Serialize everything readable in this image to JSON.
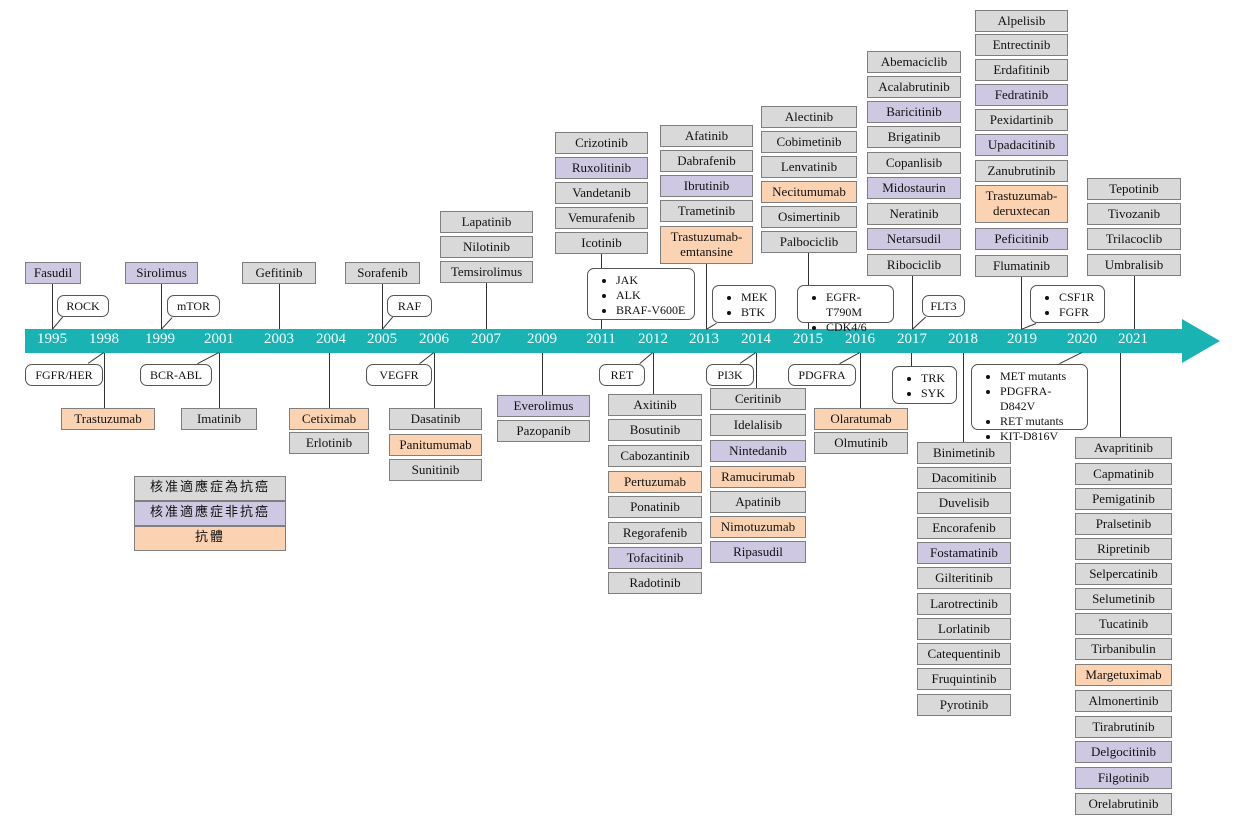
{
  "colors": {
    "approved_cancer": "#d9d9d9",
    "approved_non_cancer": "#cfc8e2",
    "antibody": "#fbd3b2",
    "axis": "#1ab3b3"
  },
  "axis": {
    "years": [
      "1995",
      "1998",
      "1999",
      "2001",
      "2003",
      "2004",
      "2005",
      "2006",
      "2007",
      "2009",
      "2011",
      "2012",
      "2013",
      "2014",
      "2015",
      "2016",
      "2017",
      "2018",
      "2019",
      "2020",
      "2021"
    ]
  },
  "legend": [
    {
      "label": "核准適應症為抗癌",
      "cat": "g"
    },
    {
      "label": "核准適應症非抗癌",
      "cat": "p"
    },
    {
      "label": "抗體",
      "cat": "o"
    }
  ],
  "drugs": [
    {
      "label": "Fasudil",
      "cat": "p"
    },
    {
      "label": "Sirolimus",
      "cat": "p"
    },
    {
      "label": "Gefitinib",
      "cat": "g"
    },
    {
      "label": "Sorafenib",
      "cat": "g"
    },
    {
      "label": "Lapatinib",
      "cat": "g"
    },
    {
      "label": "Nilotinib",
      "cat": "g"
    },
    {
      "label": "Temsirolimus",
      "cat": "g"
    },
    {
      "label": "Crizotinib",
      "cat": "g"
    },
    {
      "label": "Ruxolitinib",
      "cat": "p"
    },
    {
      "label": "Vandetanib",
      "cat": "g"
    },
    {
      "label": "Vemurafenib",
      "cat": "g"
    },
    {
      "label": "Icotinib",
      "cat": "g"
    },
    {
      "label": "Afatinib",
      "cat": "g"
    },
    {
      "label": "Dabrafenib",
      "cat": "g"
    },
    {
      "label": "Ibrutinib",
      "cat": "p"
    },
    {
      "label": "Trametinib",
      "cat": "g"
    },
    {
      "label": "Trastuzumab-\nemtansine",
      "cat": "o"
    },
    {
      "label": "Alectinib",
      "cat": "g"
    },
    {
      "label": "Cobimetinib",
      "cat": "g"
    },
    {
      "label": "Lenvatinib",
      "cat": "g"
    },
    {
      "label": "Necitumumab",
      "cat": "o"
    },
    {
      "label": "Osimertinib",
      "cat": "g"
    },
    {
      "label": "Palbociclib",
      "cat": "g"
    },
    {
      "label": "Abemaciclib",
      "cat": "g"
    },
    {
      "label": "Acalabrutinib",
      "cat": "g"
    },
    {
      "label": "Baricitinib",
      "cat": "p"
    },
    {
      "label": "Brigatinib",
      "cat": "g"
    },
    {
      "label": "Copanlisib",
      "cat": "g"
    },
    {
      "label": "Midostaurin",
      "cat": "p"
    },
    {
      "label": "Neratinib",
      "cat": "g"
    },
    {
      "label": "Netarsudil",
      "cat": "p"
    },
    {
      "label": "Ribociclib",
      "cat": "g"
    },
    {
      "label": "Alpelisib",
      "cat": "g"
    },
    {
      "label": "Entrectinib",
      "cat": "g"
    },
    {
      "label": "Erdafitinib",
      "cat": "g"
    },
    {
      "label": "Fedratinib",
      "cat": "p"
    },
    {
      "label": "Pexidartinib",
      "cat": "g"
    },
    {
      "label": "Upadacitinib",
      "cat": "p"
    },
    {
      "label": "Zanubrutinib",
      "cat": "g"
    },
    {
      "label": "Trastuzumab-\nderuxtecan",
      "cat": "o"
    },
    {
      "label": "Peficitinib",
      "cat": "p"
    },
    {
      "label": "Flumatinib",
      "cat": "g"
    },
    {
      "label": "Tepotinib",
      "cat": "g"
    },
    {
      "label": "Tivozanib",
      "cat": "g"
    },
    {
      "label": "Trilacoclib",
      "cat": "g"
    },
    {
      "label": "Umbralisib",
      "cat": "g"
    },
    {
      "label": "Trastuzumab",
      "cat": "o"
    },
    {
      "label": "Imatinib",
      "cat": "g"
    },
    {
      "label": "Cetiximab",
      "cat": "o"
    },
    {
      "label": "Erlotinib",
      "cat": "g"
    },
    {
      "label": "Dasatinib",
      "cat": "g"
    },
    {
      "label": "Panitumumab",
      "cat": "o"
    },
    {
      "label": "Sunitinib",
      "cat": "g"
    },
    {
      "label": "Everolimus",
      "cat": "p"
    },
    {
      "label": "Pazopanib",
      "cat": "g"
    },
    {
      "label": "Axitinib",
      "cat": "g"
    },
    {
      "label": "Bosutinib",
      "cat": "g"
    },
    {
      "label": "Cabozantinib",
      "cat": "g"
    },
    {
      "label": "Pertuzumab",
      "cat": "o"
    },
    {
      "label": "Ponatinib",
      "cat": "g"
    },
    {
      "label": "Regorafenib",
      "cat": "g"
    },
    {
      "label": "Tofacitinib",
      "cat": "p"
    },
    {
      "label": "Radotinib",
      "cat": "g"
    },
    {
      "label": "Ceritinib",
      "cat": "g"
    },
    {
      "label": "Idelalisib",
      "cat": "g"
    },
    {
      "label": "Nintedanib",
      "cat": "p"
    },
    {
      "label": "Ramucirumab",
      "cat": "o"
    },
    {
      "label": "Apatinib",
      "cat": "g"
    },
    {
      "label": "Nimotuzumab",
      "cat": "o"
    },
    {
      "label": "Ripasudil",
      "cat": "p"
    },
    {
      "label": "Olaratumab",
      "cat": "o"
    },
    {
      "label": "Olmutinib",
      "cat": "g"
    },
    {
      "label": "Binimetinib",
      "cat": "g"
    },
    {
      "label": "Dacomitinib",
      "cat": "g"
    },
    {
      "label": "Duvelisib",
      "cat": "g"
    },
    {
      "label": "Encorafenib",
      "cat": "g"
    },
    {
      "label": "Fostamatinib",
      "cat": "p"
    },
    {
      "label": "Gilteritinib",
      "cat": "g"
    },
    {
      "label": "Larotrectinib",
      "cat": "g"
    },
    {
      "label": "Lorlatinib",
      "cat": "g"
    },
    {
      "label": "Catequentinib",
      "cat": "g"
    },
    {
      "label": "Fruquintinib",
      "cat": "g"
    },
    {
      "label": "Pyrotinib",
      "cat": "g"
    },
    {
      "label": "Avapritinib",
      "cat": "g"
    },
    {
      "label": "Capmatinib",
      "cat": "g"
    },
    {
      "label": "Pemigatinib",
      "cat": "g"
    },
    {
      "label": "Pralsetinib",
      "cat": "g"
    },
    {
      "label": "Ripretinib",
      "cat": "g"
    },
    {
      "label": "Selpercatinib",
      "cat": "g"
    },
    {
      "label": "Selumetinib",
      "cat": "g"
    },
    {
      "label": "Tucatinib",
      "cat": "g"
    },
    {
      "label": "Tirbanibulin",
      "cat": "g"
    },
    {
      "label": "Margetuximab",
      "cat": "o"
    },
    {
      "label": "Almonertinib",
      "cat": "g"
    },
    {
      "label": "Tirabrutinib",
      "cat": "g"
    },
    {
      "label": "Delgocitinib",
      "cat": "p"
    },
    {
      "label": "Filgotinib",
      "cat": "p"
    },
    {
      "label": "Orelabrutinib",
      "cat": "g"
    }
  ],
  "callouts": [
    {
      "items": [
        "ROCK"
      ]
    },
    {
      "items": [
        "mTOR"
      ]
    },
    {
      "items": [
        "RAF"
      ]
    },
    {
      "items": [
        "JAK",
        "ALK",
        "BRAF-V600E"
      ],
      "bullets": true
    },
    {
      "items": [
        "MEK",
        "BTK"
      ],
      "bullets": true
    },
    {
      "items": [
        "EGFR-T790M",
        "CDK4/6"
      ],
      "bullets": true
    },
    {
      "items": [
        "FLT3"
      ]
    },
    {
      "items": [
        "CSF1R",
        "FGFR"
      ],
      "bullets": true
    },
    {
      "items": [
        "FGFR/HER"
      ]
    },
    {
      "items": [
        "BCR-ABL"
      ]
    },
    {
      "items": [
        "VEGFR"
      ]
    },
    {
      "items": [
        "RET"
      ]
    },
    {
      "items": [
        "PI3K"
      ]
    },
    {
      "items": [
        "PDGFRA"
      ]
    },
    {
      "items": [
        "TRK",
        "SYK"
      ],
      "bullets": true
    },
    {
      "items": [
        "MET mutants",
        "PDGFRA-D842V",
        "RET mutants",
        "KIT-D816V"
      ],
      "bullets": true
    }
  ]
}
